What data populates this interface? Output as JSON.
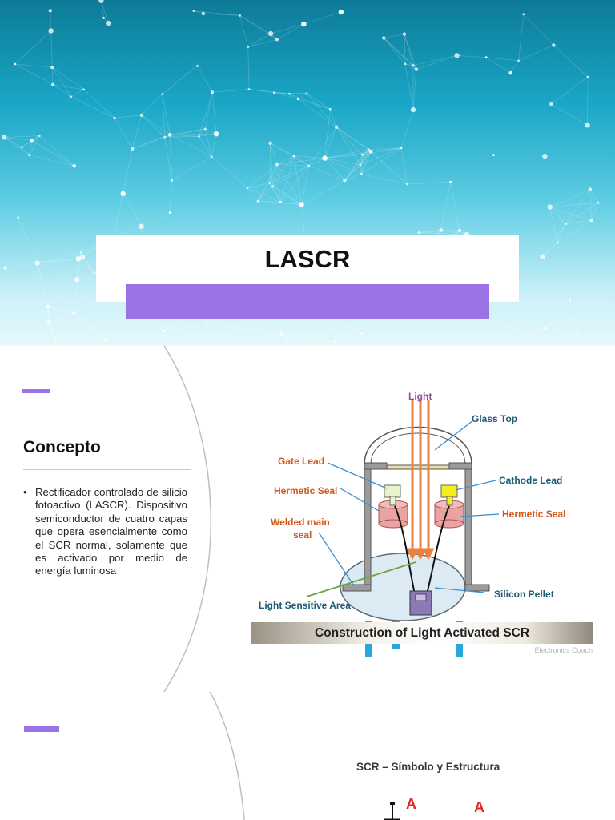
{
  "slide1": {
    "title": "LASCR",
    "accent_color": "#9a72e5"
  },
  "slide2": {
    "heading": "Concepto",
    "bullet": "Rectificador controlado de silicio fotoactivo (LASCR). Dispositivo semiconductor de cuatro capas que opera esencialmente como el SCR normal, solamente que es activado por medio de energía luminosa",
    "diagram": {
      "labels": {
        "light": "Light",
        "glass_top": "Glass Top",
        "gate_lead": "Gate Lead",
        "cathode_lead": "Cathode Lead",
        "hermetic_seal_left": "Hermetic Seal",
        "hermetic_seal_right": "Hermetic Seal",
        "welded_main_seal_1": "Welded main",
        "welded_main_seal_2": "seal",
        "light_sensitive_area": "Light Sensitive Area",
        "silicon_pellet": "Silicon Pellet"
      },
      "caption": "Construction of Light Activated SCR",
      "credit": "Electronics Coach"
    }
  },
  "slide3": {
    "heading": "SCR – Símbolo y Estructura",
    "anode_label_1": "A",
    "anode_label_2": "A"
  }
}
